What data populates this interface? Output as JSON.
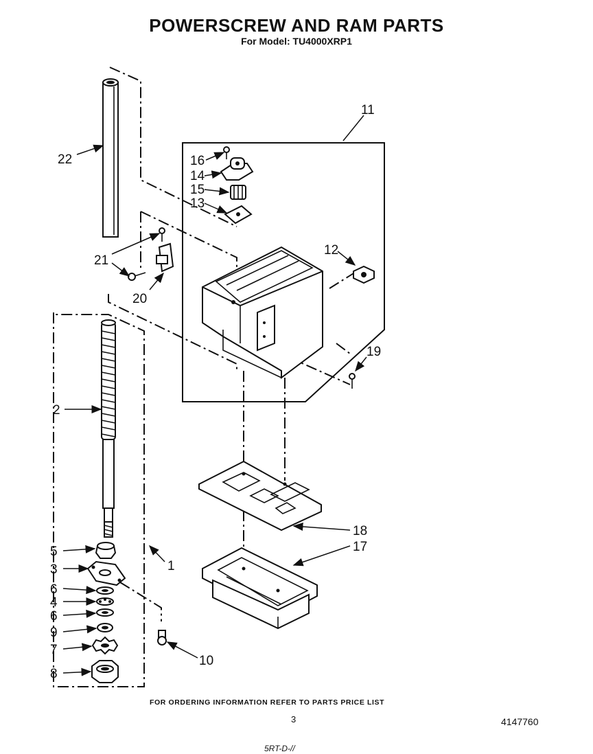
{
  "header": {
    "title": "POWERSCREW AND RAM  PARTS",
    "subtitle": "For Model: TU4000XRP1"
  },
  "callouts": {
    "p1": "1",
    "p2": "2",
    "p3": "3",
    "p4": "4",
    "p5": "5",
    "p6a": "6",
    "p6b": "6",
    "p7": "7",
    "p8": "8",
    "p9": "9",
    "p10": "10",
    "p11": "11",
    "p12": "12",
    "p13": "13",
    "p14": "14",
    "p15": "15",
    "p16": "16",
    "p17": "17",
    "p18": "18",
    "p19": "19",
    "p20": "20",
    "p21": "21",
    "p22": "22"
  },
  "footer": {
    "ordering_note": "FOR ORDERING INFORMATION REFER TO PARTS PRICE LIST",
    "page_number": "3",
    "document_number": "4147760",
    "handwritten": "5RT-D-//"
  }
}
